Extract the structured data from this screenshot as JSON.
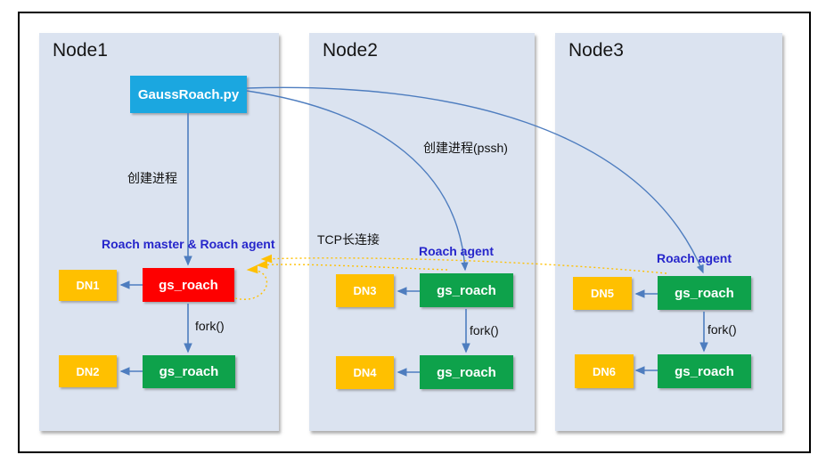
{
  "controller": {
    "label": "GaussRoach.py"
  },
  "edges": {
    "spawn_local": "创建进程",
    "spawn_remote": "创建进程(pssh)",
    "tcp": "TCP长连接"
  },
  "nodes": [
    {
      "title": "Node1",
      "role_label": "Roach master & Roach agent",
      "fork_label": "fork()",
      "rows": [
        {
          "dn": "DN1",
          "proc": "gs_roach"
        },
        {
          "dn": "DN2",
          "proc": "gs_roach"
        }
      ]
    },
    {
      "title": "Node2",
      "role_label": "Roach agent",
      "fork_label": "fork()",
      "rows": [
        {
          "dn": "DN3",
          "proc": "gs_roach"
        },
        {
          "dn": "DN4",
          "proc": "gs_roach"
        }
      ]
    },
    {
      "title": "Node3",
      "role_label": "Roach agent",
      "fork_label": "fork()",
      "rows": [
        {
          "dn": "DN5",
          "proc": "gs_roach"
        },
        {
          "dn": "DN6",
          "proc": "gs_roach"
        }
      ]
    }
  ],
  "colors": {
    "panel_bg": "#dbe3f0",
    "controller_bg": "#1ba7e0",
    "dn_bg": "#ffc000",
    "roach_master_bg": "#fe0000",
    "roach_agent_bg": "#0ea24b",
    "blue_arrow": "#4e7dbf",
    "yellow_arrow": "#ffc000",
    "blue_label": "#2626cb"
  }
}
